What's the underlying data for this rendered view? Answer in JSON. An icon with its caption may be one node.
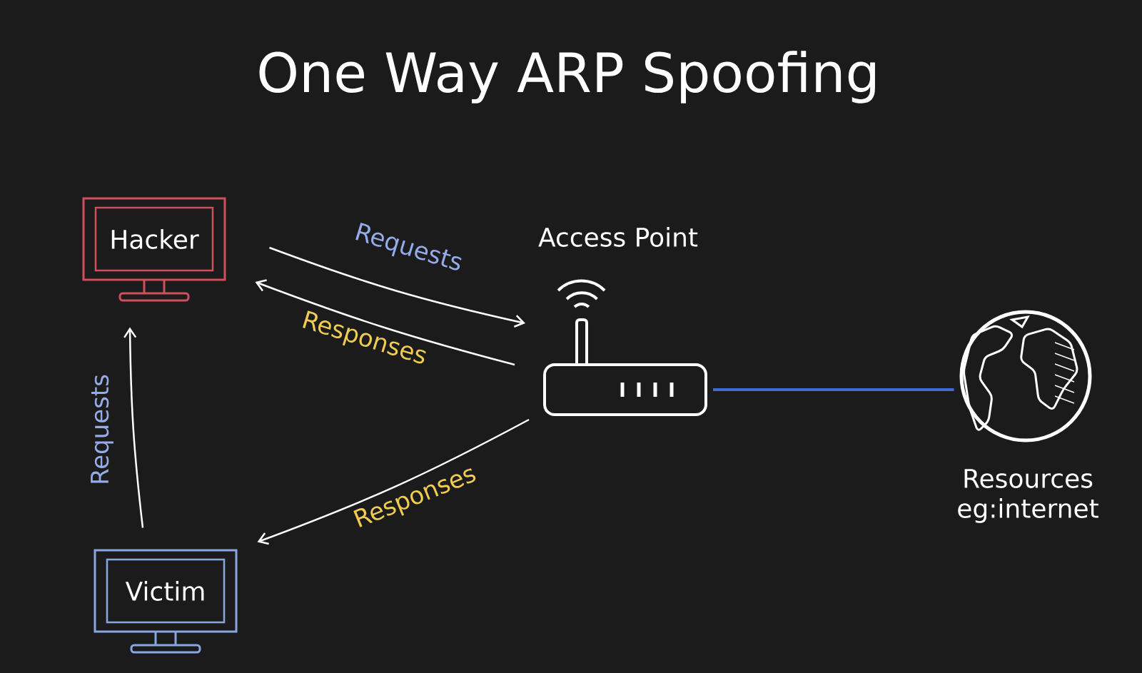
{
  "diagram": {
    "title": "One Way ARP Spoofing",
    "nodes": [
      {
        "text": [
          "Hacker"
        ]
      },
      {
        "text": [
          "Access Point"
        ]
      },
      {
        "text": [
          "Resources eg:internet"
        ]
      },
      {
        "text": [
          "Victim"
        ]
      }
    ],
    "edges": [
      {
        "from": 0,
        "to": 1,
        "arrow": "to",
        "label": "Requests"
      },
      {
        "from": 1,
        "to": 0,
        "arrow": "to",
        "label": "Responses"
      },
      {
        "from": 3,
        "to": 0,
        "arrow": "to",
        "label": "Requests"
      },
      {
        "from": 1,
        "to": 3,
        "arrow": "to",
        "label": "Responses"
      },
      {
        "from": 1,
        "to": 2,
        "arrow": "none",
        "color": "#3b6fd4"
      }
    ]
  }
}
